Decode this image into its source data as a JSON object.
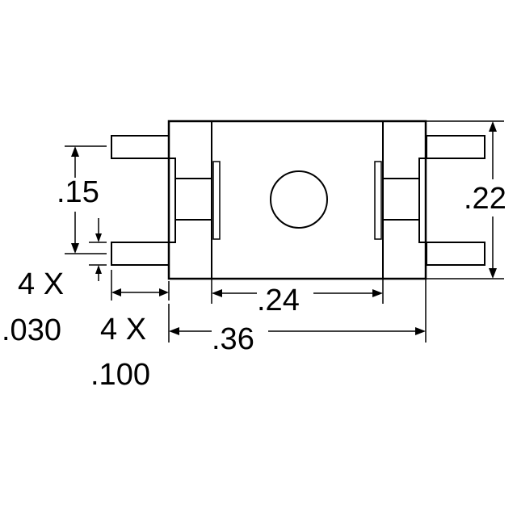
{
  "drawing": {
    "dimensions": {
      "pin_spacing": ".15",
      "height": ".22",
      "inner_width": ".24",
      "overall_width": ".36",
      "pin_width_prefix": "4 X",
      "pin_width": ".030",
      "pin_length_prefix": "4 X",
      "pin_length": ".100"
    }
  }
}
